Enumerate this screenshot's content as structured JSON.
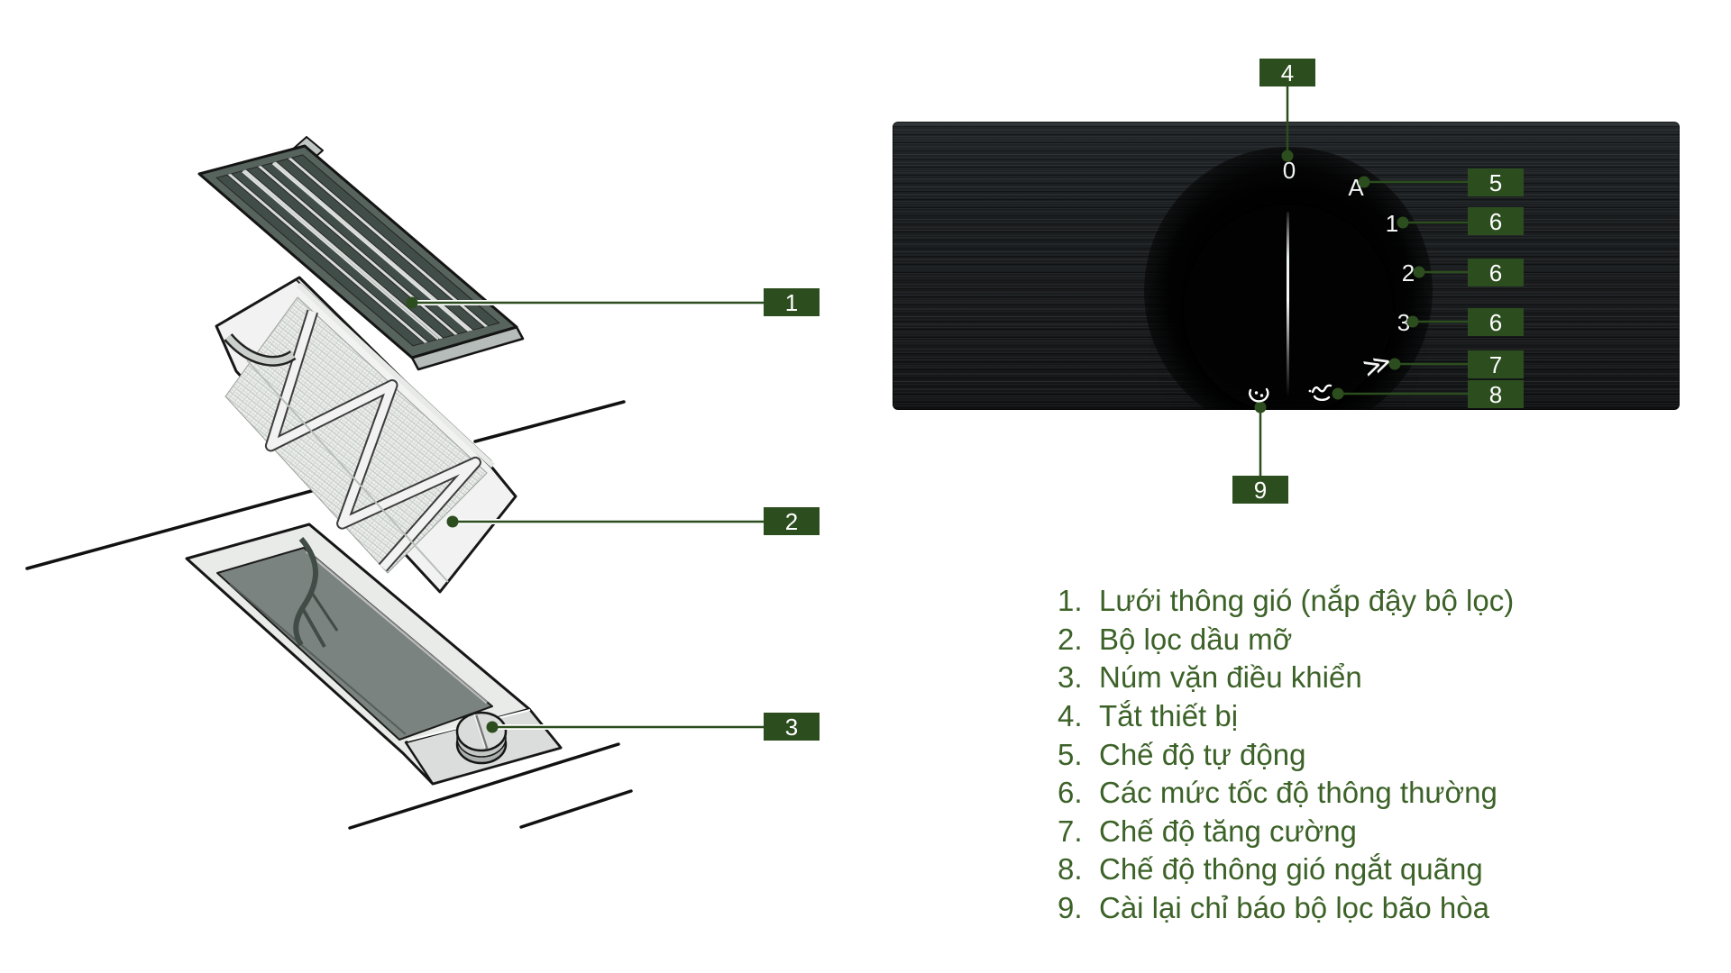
{
  "colors": {
    "callout_green": "#2c4d1e",
    "legend_green": "#3c6228",
    "panel_black": "#17191b",
    "line_green": "#2c4d1e"
  },
  "callouts": {
    "c1": "1",
    "c2": "2",
    "c3": "3",
    "c4": "4",
    "c5": "5",
    "c6a": "6",
    "c6b": "6",
    "c6c": "6",
    "c7": "7",
    "c8": "8",
    "c9": "9"
  },
  "panel": {
    "knob": {
      "off": "0",
      "auto": "A",
      "speed1": "1",
      "speed2": "2",
      "speed3": "3",
      "boost": "≫"
    },
    "icons": [
      {
        "name": "filter-reset-icon"
      },
      {
        "name": "intermittent-ventilation-icon"
      }
    ]
  },
  "legend": {
    "items": [
      {
        "num": "1.",
        "label": "Lưới thông gió (nắp đậy bộ lọc)"
      },
      {
        "num": "2.",
        "label": "Bộ lọc dầu mỡ"
      },
      {
        "num": "3.",
        "label": "Núm vặn điều khiển"
      },
      {
        "num": "4.",
        "label": "Tắt thiết bị"
      },
      {
        "num": "5.",
        "label": "Chế độ tự động"
      },
      {
        "num": "6.",
        "label": "Các mức tốc độ thông thường"
      },
      {
        "num": "7.",
        "label": "Chế độ tăng cường"
      },
      {
        "num": "8.",
        "label": "Chế độ thông gió ngắt quãng"
      },
      {
        "num": "9.",
        "label": "Cài lại chỉ báo bộ lọc bão hòa"
      }
    ]
  }
}
